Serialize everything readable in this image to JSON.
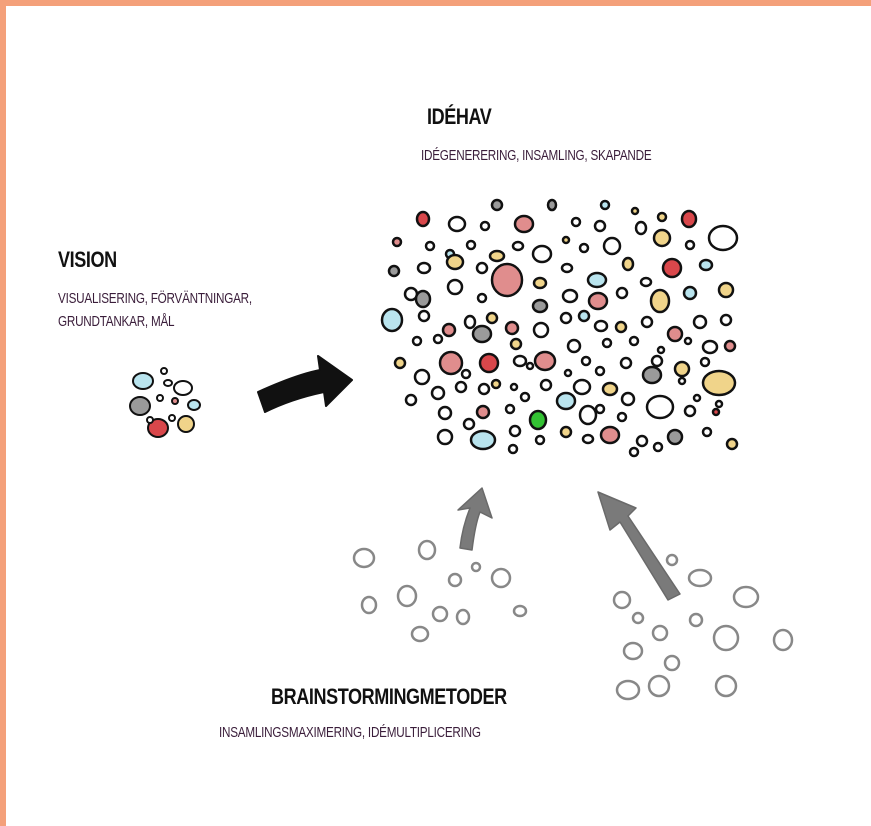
{
  "colors": {
    "frame": "#f4a07a",
    "outline": "#111111",
    "gray_bubble": "#8a8a8a",
    "arrow_dark": "#111111",
    "arrow_gray": "#7a7a7a",
    "fills": {
      "red": "#d9474b",
      "pink": "#e08d8d",
      "blue": "#b9e4ee",
      "yellow": "#f0d48a",
      "gray": "#9a9a9a",
      "green": "#33c233",
      "white": "#ffffff"
    }
  },
  "idehav": {
    "title": "IDÉHAV",
    "subtitle": "IDÉGENERERING, INSAMLING, SKAPANDE"
  },
  "vision": {
    "title": "VISION",
    "subtitle_line1": "VISUALISERING, FÖRVÄNTNINGAR,",
    "subtitle_line2": "GRUNDTANKAR, MÅL"
  },
  "brainstorming": {
    "title": "BRAINSTORMINGMETODER",
    "subtitle": "INSAMLINGSMAXIMERING, IDÉMULTIPLICERING"
  }
}
